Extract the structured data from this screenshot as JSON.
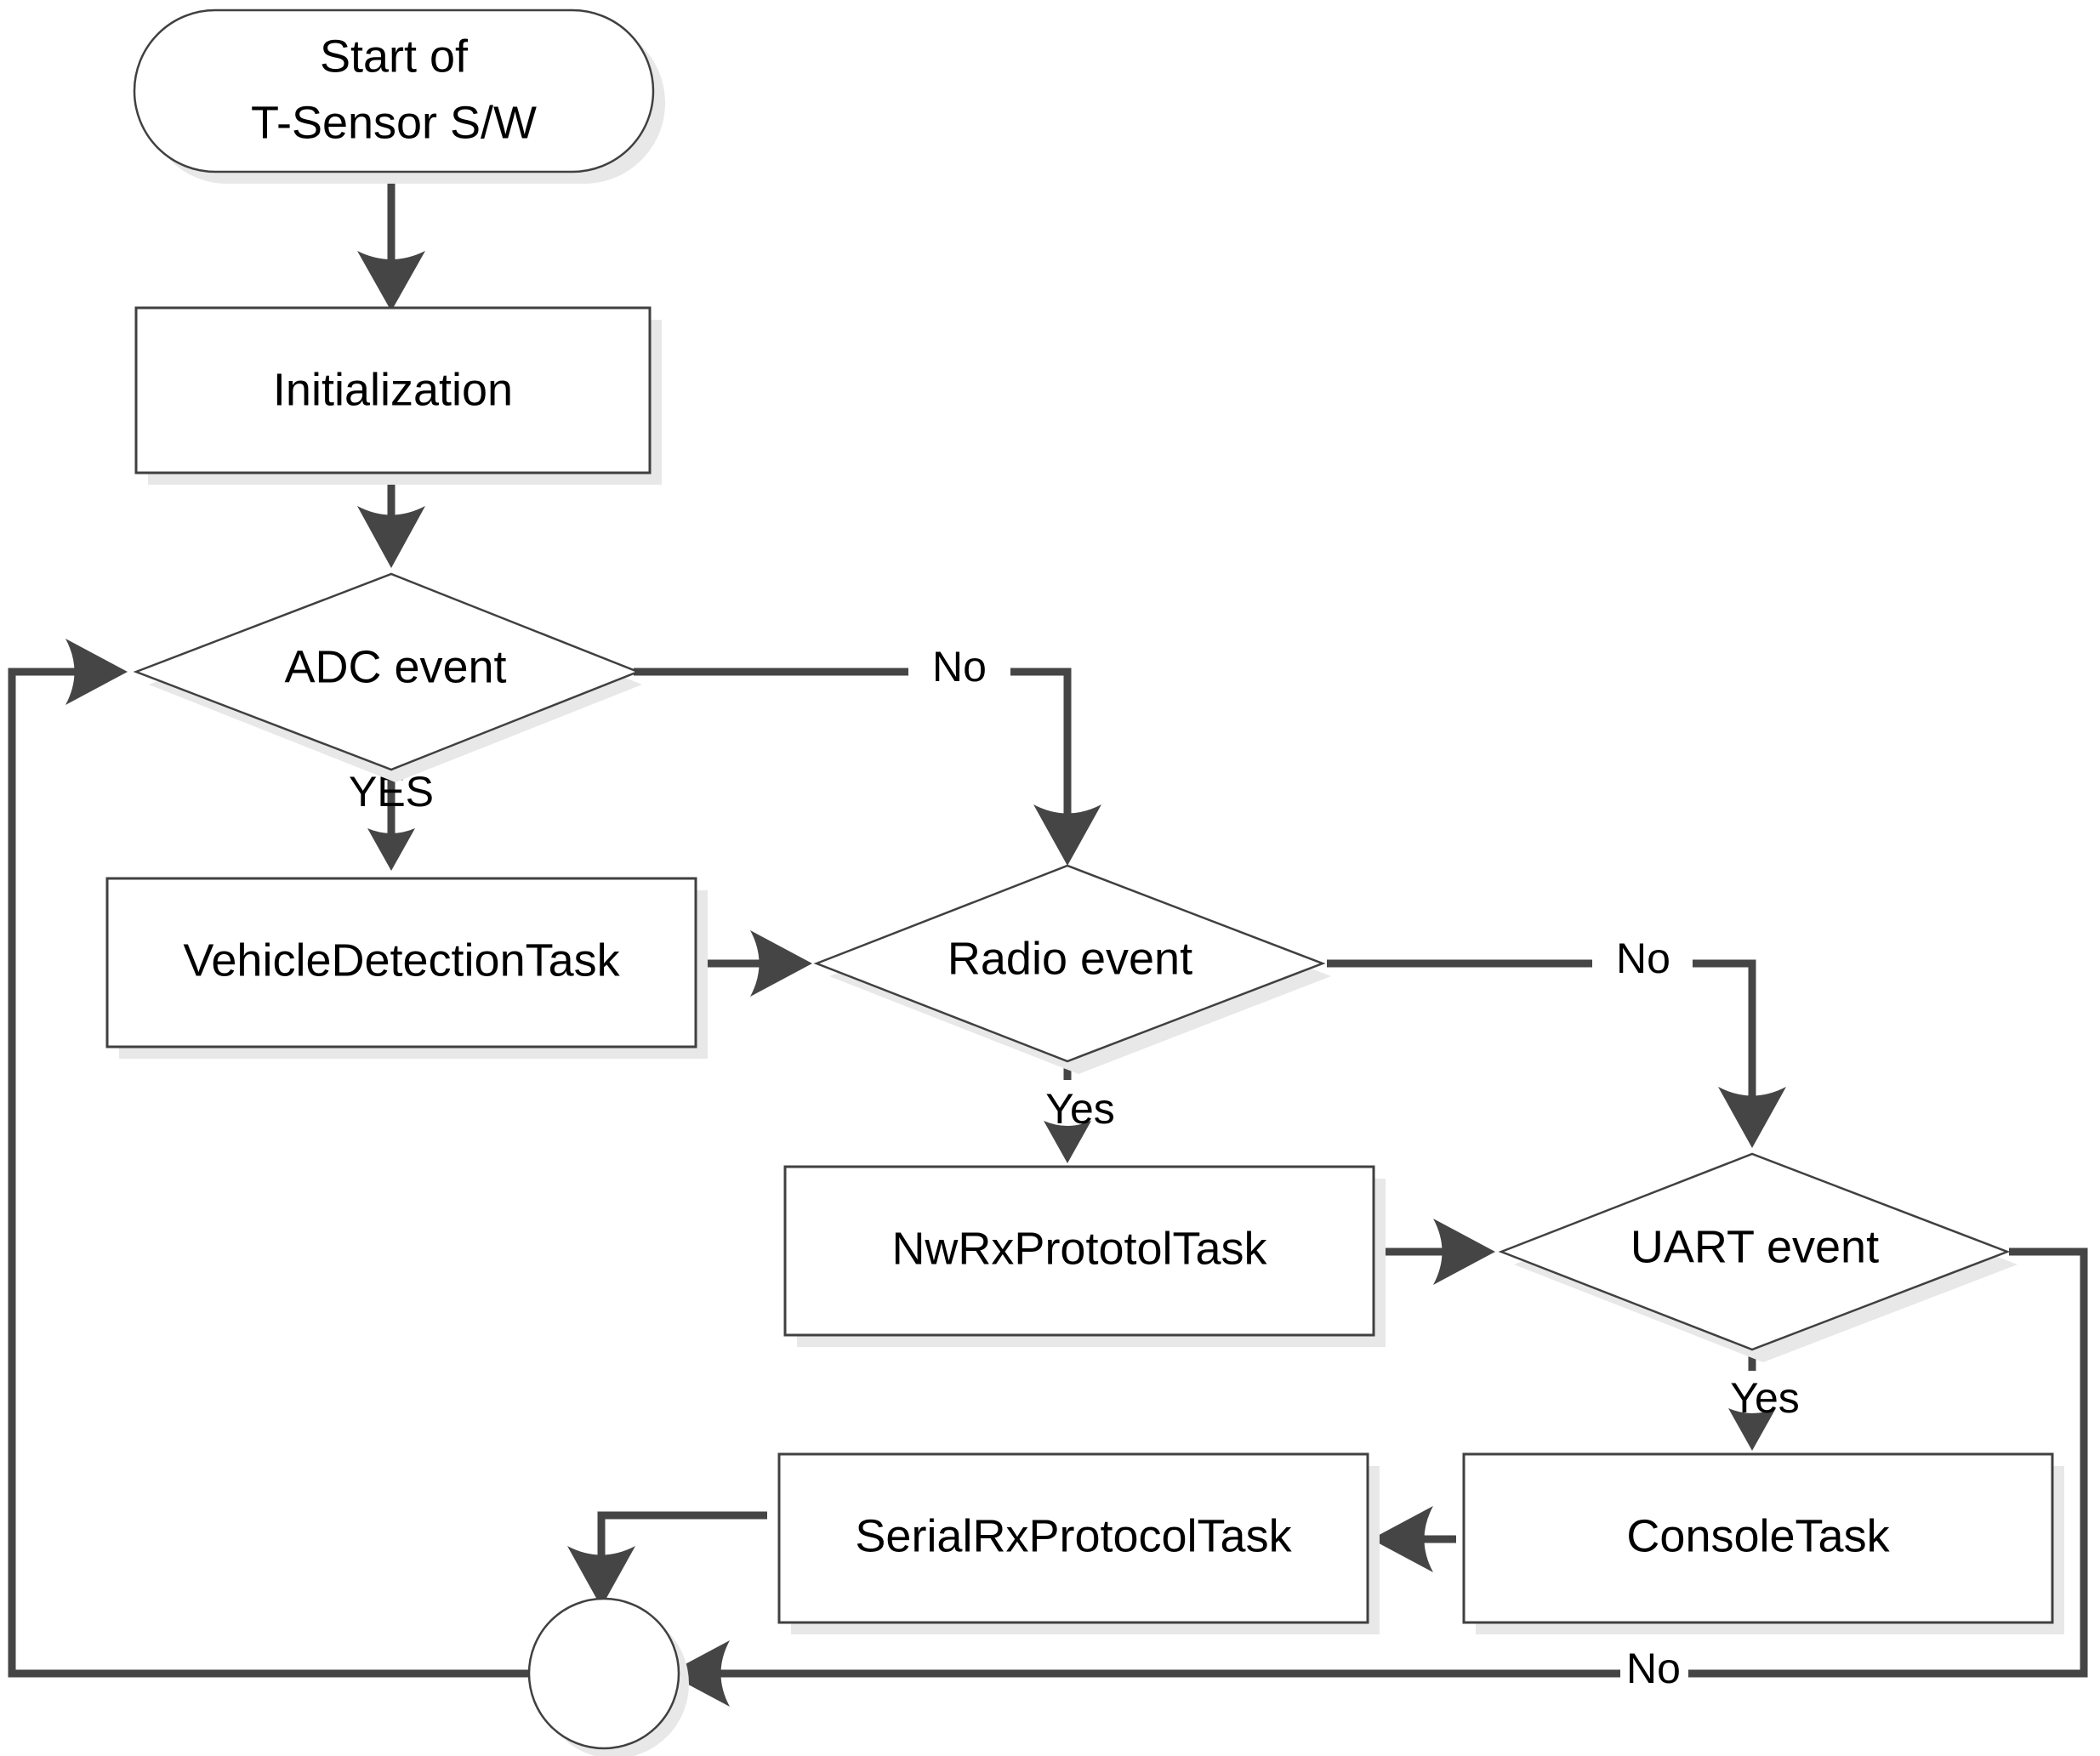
{
  "diagram": {
    "type": "flowchart",
    "title": "T-Sensor software main loop flowchart",
    "colors": {
      "node_fill": "#ffffff",
      "node_stroke": "#404040",
      "shadow": "#e8e8e8",
      "edge": "#454545",
      "text": "#000000",
      "background": "#ffffff"
    },
    "nodes": {
      "start": {
        "label_line1": "Start of",
        "label_line2": "T-Sensor S/W",
        "shape": "terminator"
      },
      "initialization": {
        "label": "Initialization",
        "shape": "process"
      },
      "adc_event": {
        "label": "ADC event",
        "shape": "decision"
      },
      "vehicle_detection_task": {
        "label": "VehicleDetectionTask",
        "shape": "process"
      },
      "radio_event": {
        "label": "Radio event",
        "shape": "decision"
      },
      "nwrx_prototol_task": {
        "label": "NwRxPrototolTask",
        "shape": "process"
      },
      "uart_event": {
        "label": "UART event",
        "shape": "decision"
      },
      "console_task": {
        "label": "ConsoleTask",
        "shape": "process"
      },
      "serial_rx_protocol_task": {
        "label": "SerialRxProtocolTask",
        "shape": "process"
      },
      "connector": {
        "label": "",
        "shape": "connector-circle"
      }
    },
    "edges": [
      {
        "from": "start",
        "to": "initialization",
        "label": ""
      },
      {
        "from": "initialization",
        "to": "adc_event",
        "label": ""
      },
      {
        "from": "adc_event",
        "to": "vehicle_detection_task",
        "label": "YES"
      },
      {
        "from": "adc_event",
        "to": "radio_event",
        "label": "No"
      },
      {
        "from": "vehicle_detection_task",
        "to": "radio_event",
        "label": ""
      },
      {
        "from": "radio_event",
        "to": "nwrx_prototol_task",
        "label": "Yes"
      },
      {
        "from": "radio_event",
        "to": "uart_event",
        "label": "No"
      },
      {
        "from": "nwrx_prototol_task",
        "to": "uart_event",
        "label": ""
      },
      {
        "from": "uart_event",
        "to": "console_task",
        "label": "Yes"
      },
      {
        "from": "uart_event",
        "to": "connector",
        "label": "No"
      },
      {
        "from": "console_task",
        "to": "serial_rx_protocol_task",
        "label": ""
      },
      {
        "from": "serial_rx_protocol_task",
        "to": "connector",
        "label": ""
      },
      {
        "from": "connector",
        "to": "adc_event",
        "label": ""
      }
    ],
    "edge_labels": {
      "adc_yes": "YES",
      "adc_no": "No",
      "radio_yes": "Yes",
      "radio_no": "No",
      "uart_yes": "Yes",
      "uart_no": "No"
    }
  }
}
